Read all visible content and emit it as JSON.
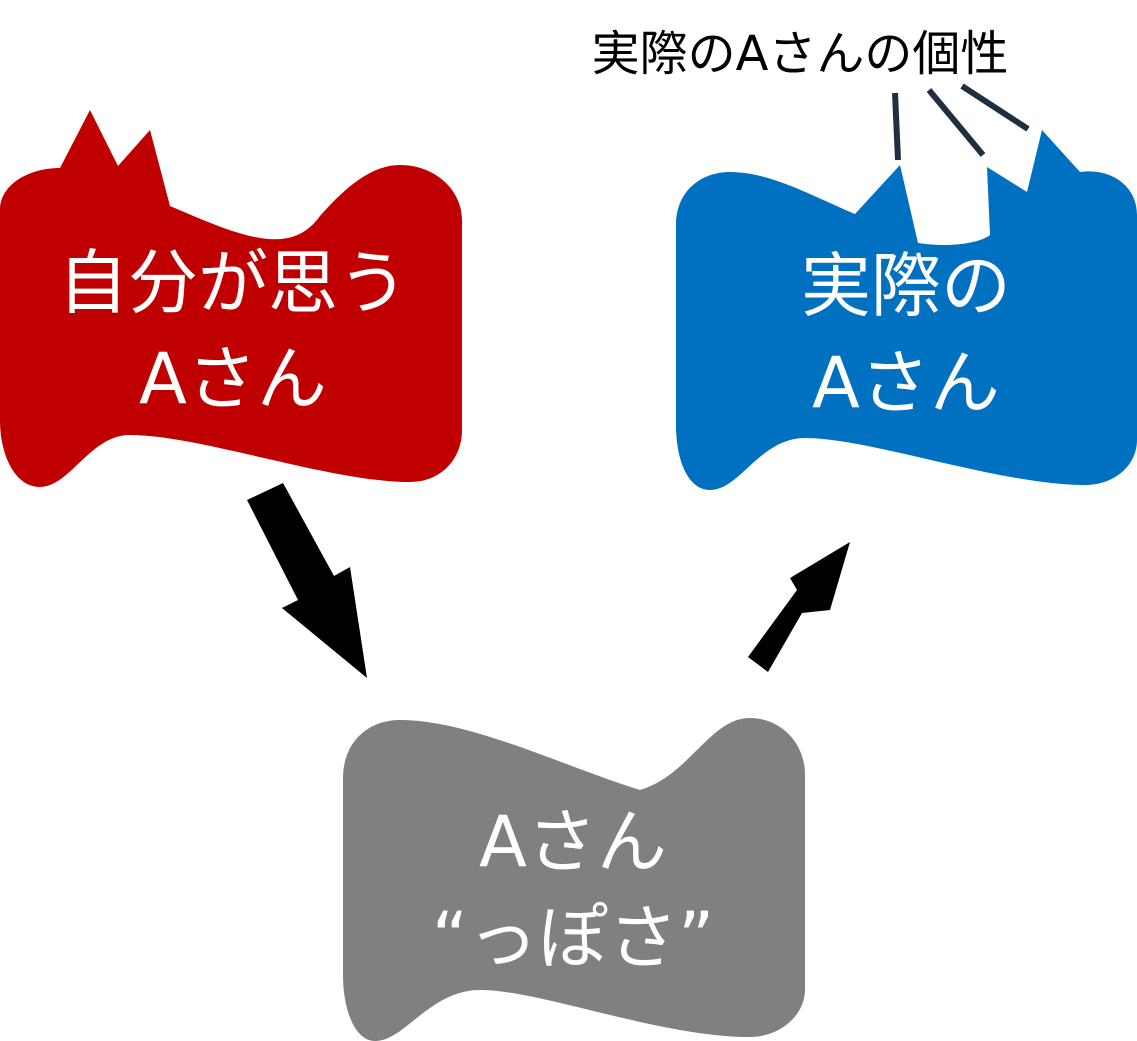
{
  "colors": {
    "self_image": "#c00000",
    "actual": "#0070c0",
    "impression": "#808080",
    "arrow": "#000000",
    "text_on_shape": "#ffffff",
    "callout_text": "#000000"
  },
  "nodes": {
    "self_image": {
      "line1": "自分が思う",
      "line2": "Aさん"
    },
    "actual": {
      "line1": "実際の",
      "line2": "Aさん"
    },
    "impression": {
      "line1": "Aさん",
      "line2": "“っぽさ”"
    }
  },
  "callout": {
    "label": "実際のAさんの個性"
  }
}
